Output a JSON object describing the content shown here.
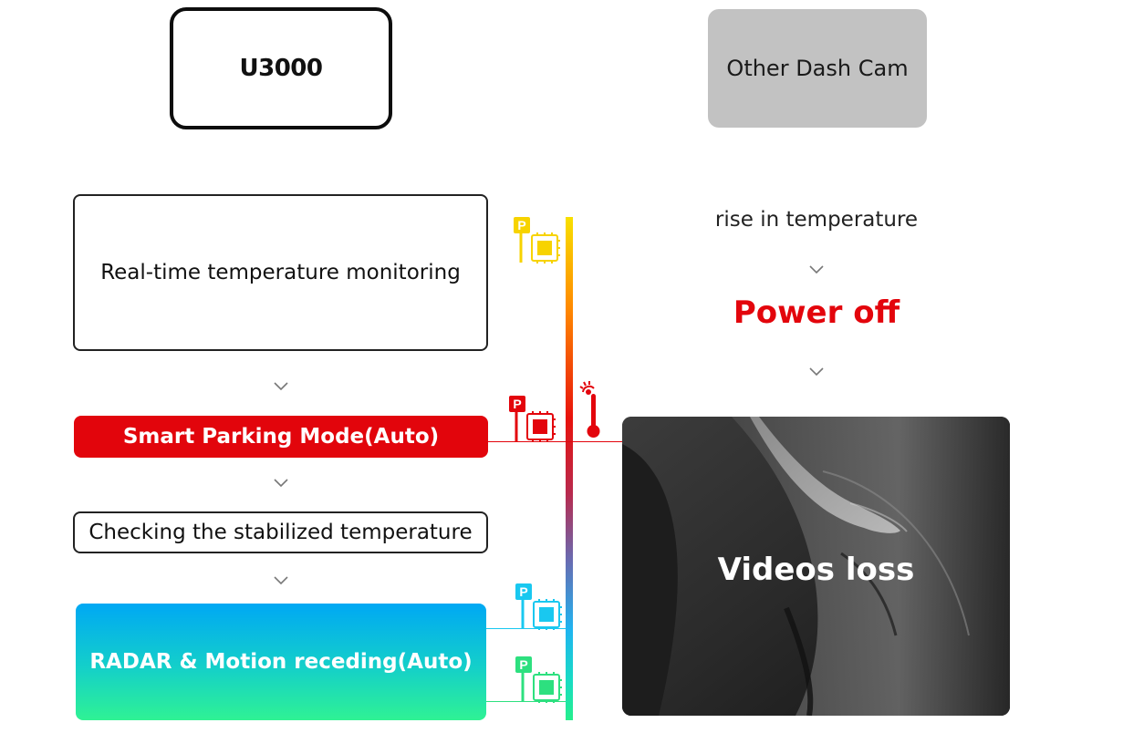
{
  "header": {
    "left_title": "U3000",
    "right_title": "Other Dash Cam"
  },
  "u3000_flow": {
    "steps": [
      {
        "label": "Real-time temperature monitoring"
      },
      {
        "label": "Smart Parking Mode(Auto)"
      },
      {
        "label": "Checking the stabilized temperature"
      },
      {
        "label": "RADAR & Motion receding(Auto)"
      }
    ]
  },
  "other_flow": {
    "rise": "rise in temperature",
    "power_off": "Power off",
    "video_loss": "Videos loss"
  },
  "icons": {
    "parking_chip_yellow": {
      "letter": "P",
      "color": "#f7d300"
    },
    "parking_chip_red": {
      "letter": "P",
      "color": "#e3050c"
    },
    "parking_chip_blue": {
      "letter": "P",
      "color": "#19c8f0"
    },
    "parking_chip_green": {
      "letter": "P",
      "color": "#2de07f"
    },
    "thermometer": {
      "color": "#e3050c"
    }
  },
  "colors": {
    "accent_red": "#e3050c",
    "radar_gradient_top": "#00a8f4",
    "radar_gradient_bottom": "#2ff294"
  }
}
